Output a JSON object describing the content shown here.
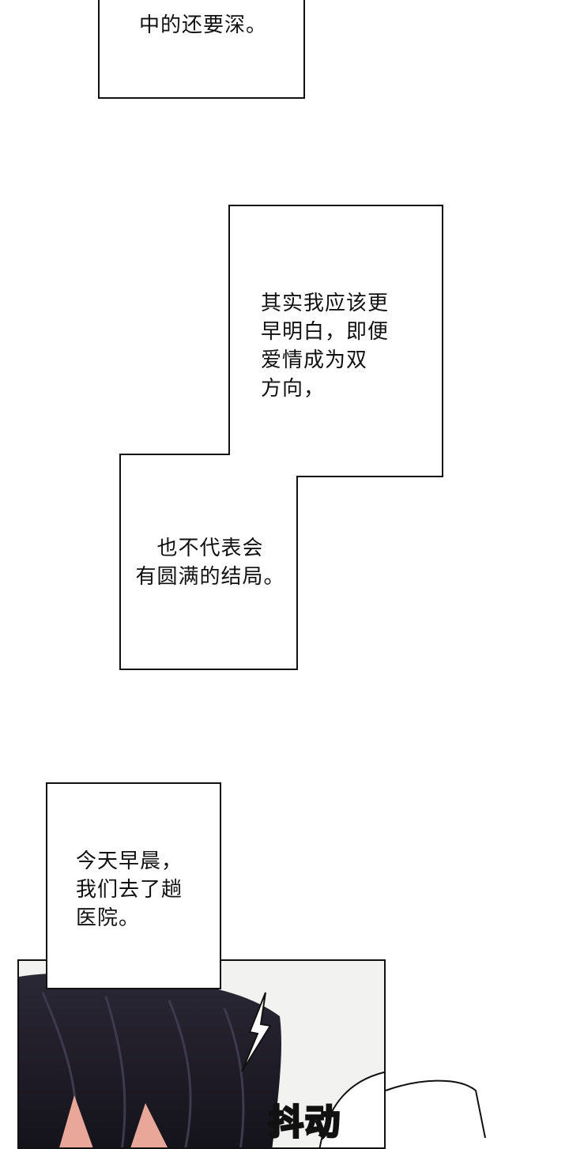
{
  "captions": {
    "box1_text": "中的还要深。",
    "box2_text": "其实我应该更\n早明白，即便\n爱情成为双\n方向，",
    "box3_text": "也不代表会\n有圆满的结局。",
    "box4_text": "今天早晨，\n我们去了趟\n医院。"
  },
  "sound_effect": {
    "text": "抖动"
  },
  "colors": {
    "border": "#111111",
    "hair_dark": "#1c1a24",
    "skin": "#e9a79a"
  }
}
